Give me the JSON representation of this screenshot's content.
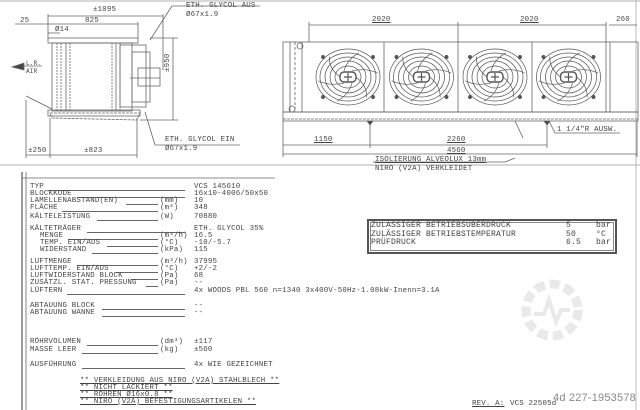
{
  "side_view": {
    "dim_total": "±1095",
    "dim_25": "25",
    "dim_825": "825",
    "dim_tube": "Ø14",
    "dim_height": "±950",
    "dim_250": "±250",
    "dim_823": "±823",
    "airflow_label_1": "L.R.",
    "airflow_label_2": "AIR",
    "outlet_label": "ETH. GLYCOL AUS",
    "outlet_size": "Ø67x1.9",
    "inlet_label": "ETH. GLYCOL EIN",
    "inlet_size": "Ø67x1.9"
  },
  "front_view": {
    "dim_2020_a": "2020",
    "dim_2020_b": "2020",
    "dim_260": "260",
    "dim_1150": "1150",
    "dim_2260": "2260",
    "dim_4560": "4560",
    "drain_label": "1 1/4\"R AUSW.",
    "insulation_line1": "ISOLIERUNG ALVEOLUX 13mm",
    "insulation_line2": "NIRO (V2A) VERKLEIDET",
    "fan_count": 4
  },
  "specs": [
    {
      "label": "TYP",
      "unit": "",
      "value": "VCS 145610"
    },
    {
      "label": "BLOCKKODE",
      "unit": "",
      "value": "16x10-4006/50x50"
    },
    {
      "label": "LAMELLENABSTAND(EN)",
      "unit": "(mm)",
      "value": "10"
    },
    {
      "label": "FLÄCHE",
      "unit": "(m²)",
      "value": "348"
    },
    {
      "label": "KÄLTELEISTUNG",
      "unit": "(W)",
      "value": "70880"
    },
    {
      "label": "KÄLTETRÄGER",
      "unit": "",
      "value": "ETH. GLYCOL 35%"
    },
    {
      "label": "MENGE",
      "unit": "(m³/h)",
      "value": "16.5"
    },
    {
      "label": "TEMP. EIN/AUS",
      "unit": "(°C)",
      "value": "-10/-5.7"
    },
    {
      "label": "WIDERSTAND",
      "unit": "(kPa)",
      "value": "115"
    },
    {
      "label": "LUFTMENGE",
      "unit": "(m³/h)",
      "value": "37995"
    },
    {
      "label": "LUFTTEMP. EIN/AUS",
      "unit": "(°C)",
      "value": "+2/-2"
    },
    {
      "label": "LUFTWIDERSTAND BLOCK",
      "unit": "(Pa)",
      "value": "68"
    },
    {
      "label": "ZUSÄTZL. STAT. PRESSUNG",
      "unit": "(Pa)",
      "value": "--"
    },
    {
      "label": "LÜFTERN",
      "unit": "",
      "value": "4x WOODS PBL 560 n=1340 3x400V-50Hz-1.08kW-Inenn=3.1A"
    },
    {
      "label": "ABTAUUNG BLOCK",
      "unit": "",
      "value": "--"
    },
    {
      "label": "ABTAUUNG WANNE",
      "unit": "",
      "value": "--"
    },
    {
      "label": "RÖHRVOLUMEN",
      "unit": "(dm³)",
      "value": "±117"
    },
    {
      "label": "MASSE LEER",
      "unit": "(kg)",
      "value": "±560"
    },
    {
      "label": "AUSFÜHRUNG",
      "unit": "",
      "value": "4x WIE GEZEICHNET"
    }
  ],
  "notes": [
    "** VERKLEIDUNG AUS NIRO (V2A) STAHLBLECH **",
    "** NICHT LACKIERT **",
    "** RÖHREN Ø16x0.8 **",
    "** NIRO (V2A) BEFESTIGUNGSARTIKELEN **"
  ],
  "pressure_box": [
    {
      "label": "ZULÄSSIGER BETRIEBSÜBERDRUCK",
      "value": "5",
      "unit": "bar"
    },
    {
      "label": "ZULÄSSIGER BETRIEBSTEMPERATUR",
      "value": "50",
      "unit": "°C"
    },
    {
      "label": "PRÜFDRUCK",
      "value": "6.5",
      "unit": "bar"
    }
  ],
  "footer": {
    "revision": "REV. A:",
    "drawing_no": "VCS 22505d",
    "listing_id": "4d 227-1953578"
  }
}
